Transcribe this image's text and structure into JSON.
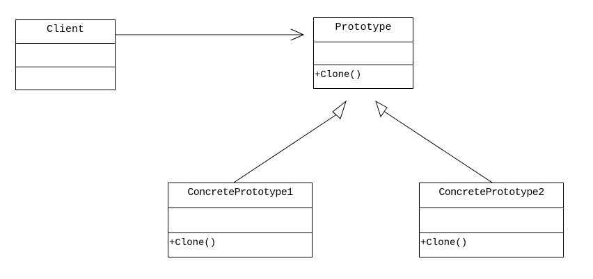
{
  "diagram": {
    "classes": {
      "client": {
        "name": "Client",
        "operations": ""
      },
      "prototype": {
        "name": "Prototype",
        "operations": "+Clone()"
      },
      "concrete1": {
        "name": "ConcretePrototype1",
        "operations": "+Clone()"
      },
      "concrete2": {
        "name": "ConcretePrototype2",
        "operations": "+Clone()"
      }
    },
    "relations": [
      {
        "type": "association",
        "from": "Client",
        "to": "Prototype"
      },
      {
        "type": "generalization",
        "from": "ConcretePrototype1",
        "to": "Prototype"
      },
      {
        "type": "generalization",
        "from": "ConcretePrototype2",
        "to": "Prototype"
      }
    ],
    "colors": {
      "stroke": "#000000",
      "background": "#ffffff"
    }
  }
}
